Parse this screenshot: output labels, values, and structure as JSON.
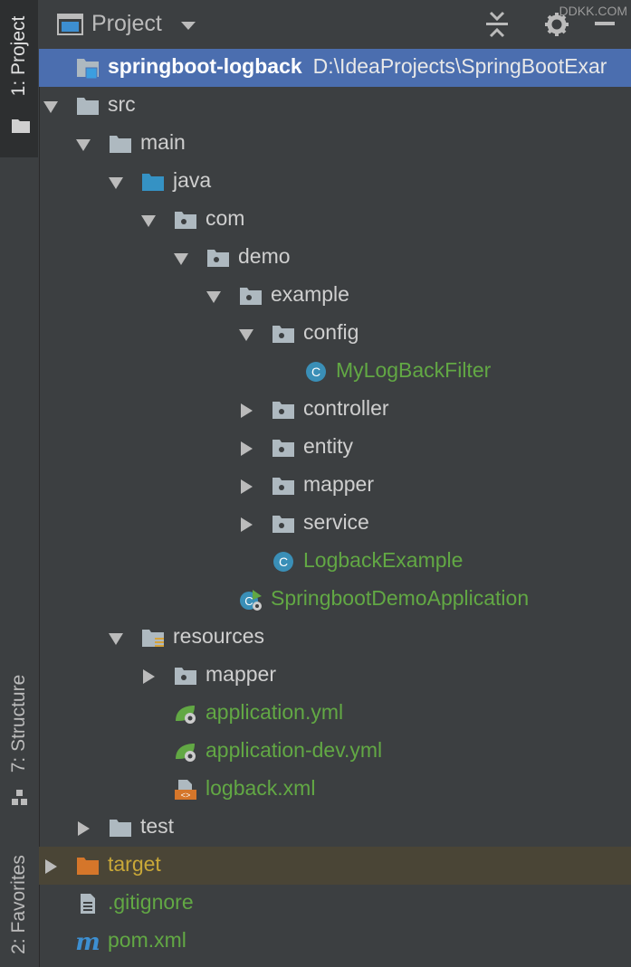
{
  "watermark": "DDKK.COM",
  "side_tabs": {
    "project": "1: Project",
    "structure": "7: Structure",
    "favorites": "2: Favorites"
  },
  "header": {
    "title": "Project",
    "icons": [
      "project-view-icon",
      "dropdown-arrow-icon",
      "collapse-all-icon",
      "gear-icon",
      "minimize-icon"
    ]
  },
  "colors": {
    "selection": "#4b6eaf",
    "excluded_row": "#4a4536",
    "green_text": "#62a844",
    "orange_text": "#c9a838",
    "class_icon": "#3a8fb7",
    "folder_gray": "#aeb9c0",
    "java_folder": "#3592c4",
    "target_folder": "#d5762a"
  },
  "tree": [
    {
      "label": "springboot-logback",
      "path": "D:\\IdeaProjects\\SpringBootExar",
      "depth": 0,
      "arrow": "none",
      "icon": "module-folder-icon"
    },
    {
      "label": "src",
      "depth": 0,
      "arrow": "down",
      "icon": "folder-icon"
    },
    {
      "label": "main",
      "depth": 1,
      "arrow": "down",
      "icon": "folder-icon"
    },
    {
      "label": "java",
      "depth": 2,
      "arrow": "down",
      "icon": "source-folder-icon"
    },
    {
      "label": "com",
      "depth": 3,
      "arrow": "down",
      "icon": "package-icon"
    },
    {
      "label": "demo",
      "depth": 4,
      "arrow": "down",
      "icon": "package-icon"
    },
    {
      "label": "example",
      "depth": 5,
      "arrow": "down",
      "icon": "package-icon"
    },
    {
      "label": "config",
      "depth": 6,
      "arrow": "down",
      "icon": "package-icon"
    },
    {
      "label": "MyLogBackFilter",
      "depth": 7,
      "arrow": "none",
      "icon": "class-icon",
      "color": "green"
    },
    {
      "label": "controller",
      "depth": 6,
      "arrow": "right",
      "icon": "package-icon"
    },
    {
      "label": "entity",
      "depth": 6,
      "arrow": "right",
      "icon": "package-icon"
    },
    {
      "label": "mapper",
      "depth": 6,
      "arrow": "right",
      "icon": "package-icon"
    },
    {
      "label": "service",
      "depth": 6,
      "arrow": "right",
      "icon": "package-icon"
    },
    {
      "label": "LogbackExample",
      "depth": 6,
      "arrow": "none",
      "icon": "class-icon",
      "color": "green"
    },
    {
      "label": "SpringbootDemoApplication",
      "depth": 5,
      "arrow": "none",
      "icon": "spring-boot-app-icon",
      "color": "green"
    },
    {
      "label": "resources",
      "depth": 2,
      "arrow": "down",
      "icon": "resources-folder-icon"
    },
    {
      "label": "mapper",
      "depth": 3,
      "arrow": "right",
      "icon": "package-icon"
    },
    {
      "label": "application.yml",
      "depth": 3,
      "arrow": "none",
      "icon": "spring-config-icon",
      "color": "green"
    },
    {
      "label": "application-dev.yml",
      "depth": 3,
      "arrow": "none",
      "icon": "spring-config-icon",
      "color": "green"
    },
    {
      "label": "logback.xml",
      "depth": 3,
      "arrow": "none",
      "icon": "xml-file-icon",
      "color": "green"
    },
    {
      "label": "test",
      "depth": 1,
      "arrow": "right",
      "icon": "folder-icon"
    },
    {
      "label": "target",
      "depth": 0,
      "arrow": "right",
      "icon": "excluded-folder-icon",
      "color": "orange",
      "excluded": true
    },
    {
      "label": ".gitignore",
      "depth": 0,
      "arrow": "none",
      "icon": "text-file-icon",
      "color": "green"
    },
    {
      "label": "pom.xml",
      "depth": 0,
      "arrow": "none",
      "icon": "maven-icon",
      "color": "green"
    }
  ]
}
